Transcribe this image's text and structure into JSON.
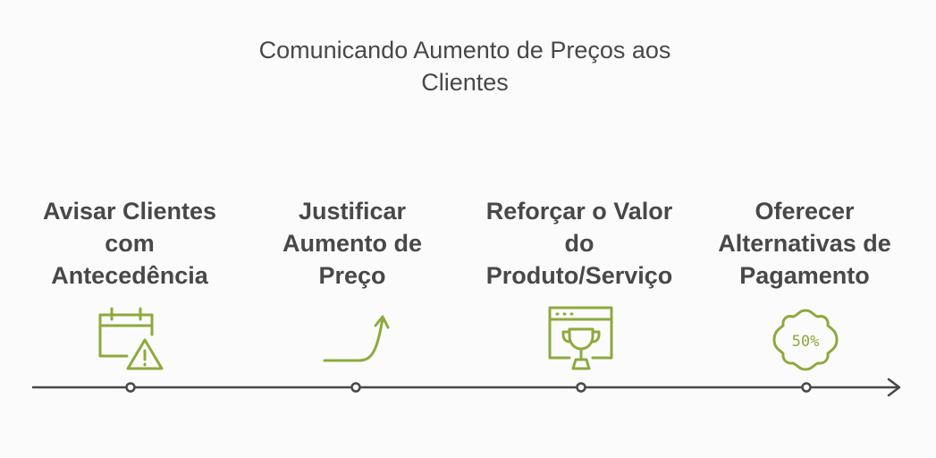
{
  "title": {
    "line1": "Comunicando Aumento de Preços aos",
    "line2": "Clientes"
  },
  "steps": [
    {
      "lines": [
        "Avisar Clientes",
        "com",
        "Antecedência"
      ],
      "icon": "calendar-warning-icon"
    },
    {
      "lines": [
        "Justificar",
        "Aumento de",
        "Preço"
      ],
      "icon": "rising-arrow-icon"
    },
    {
      "lines": [
        "Reforçar o Valor",
        "do",
        "Produto/Serviço"
      ],
      "icon": "trophy-window-icon"
    },
    {
      "lines": [
        "Oferecer",
        "Alternativas de",
        "Pagamento"
      ],
      "icon": "discount-badge-icon",
      "badge_text": "50%"
    }
  ],
  "colors": {
    "icon": "#8caa3c",
    "text": "#484848",
    "line": "#484848"
  }
}
